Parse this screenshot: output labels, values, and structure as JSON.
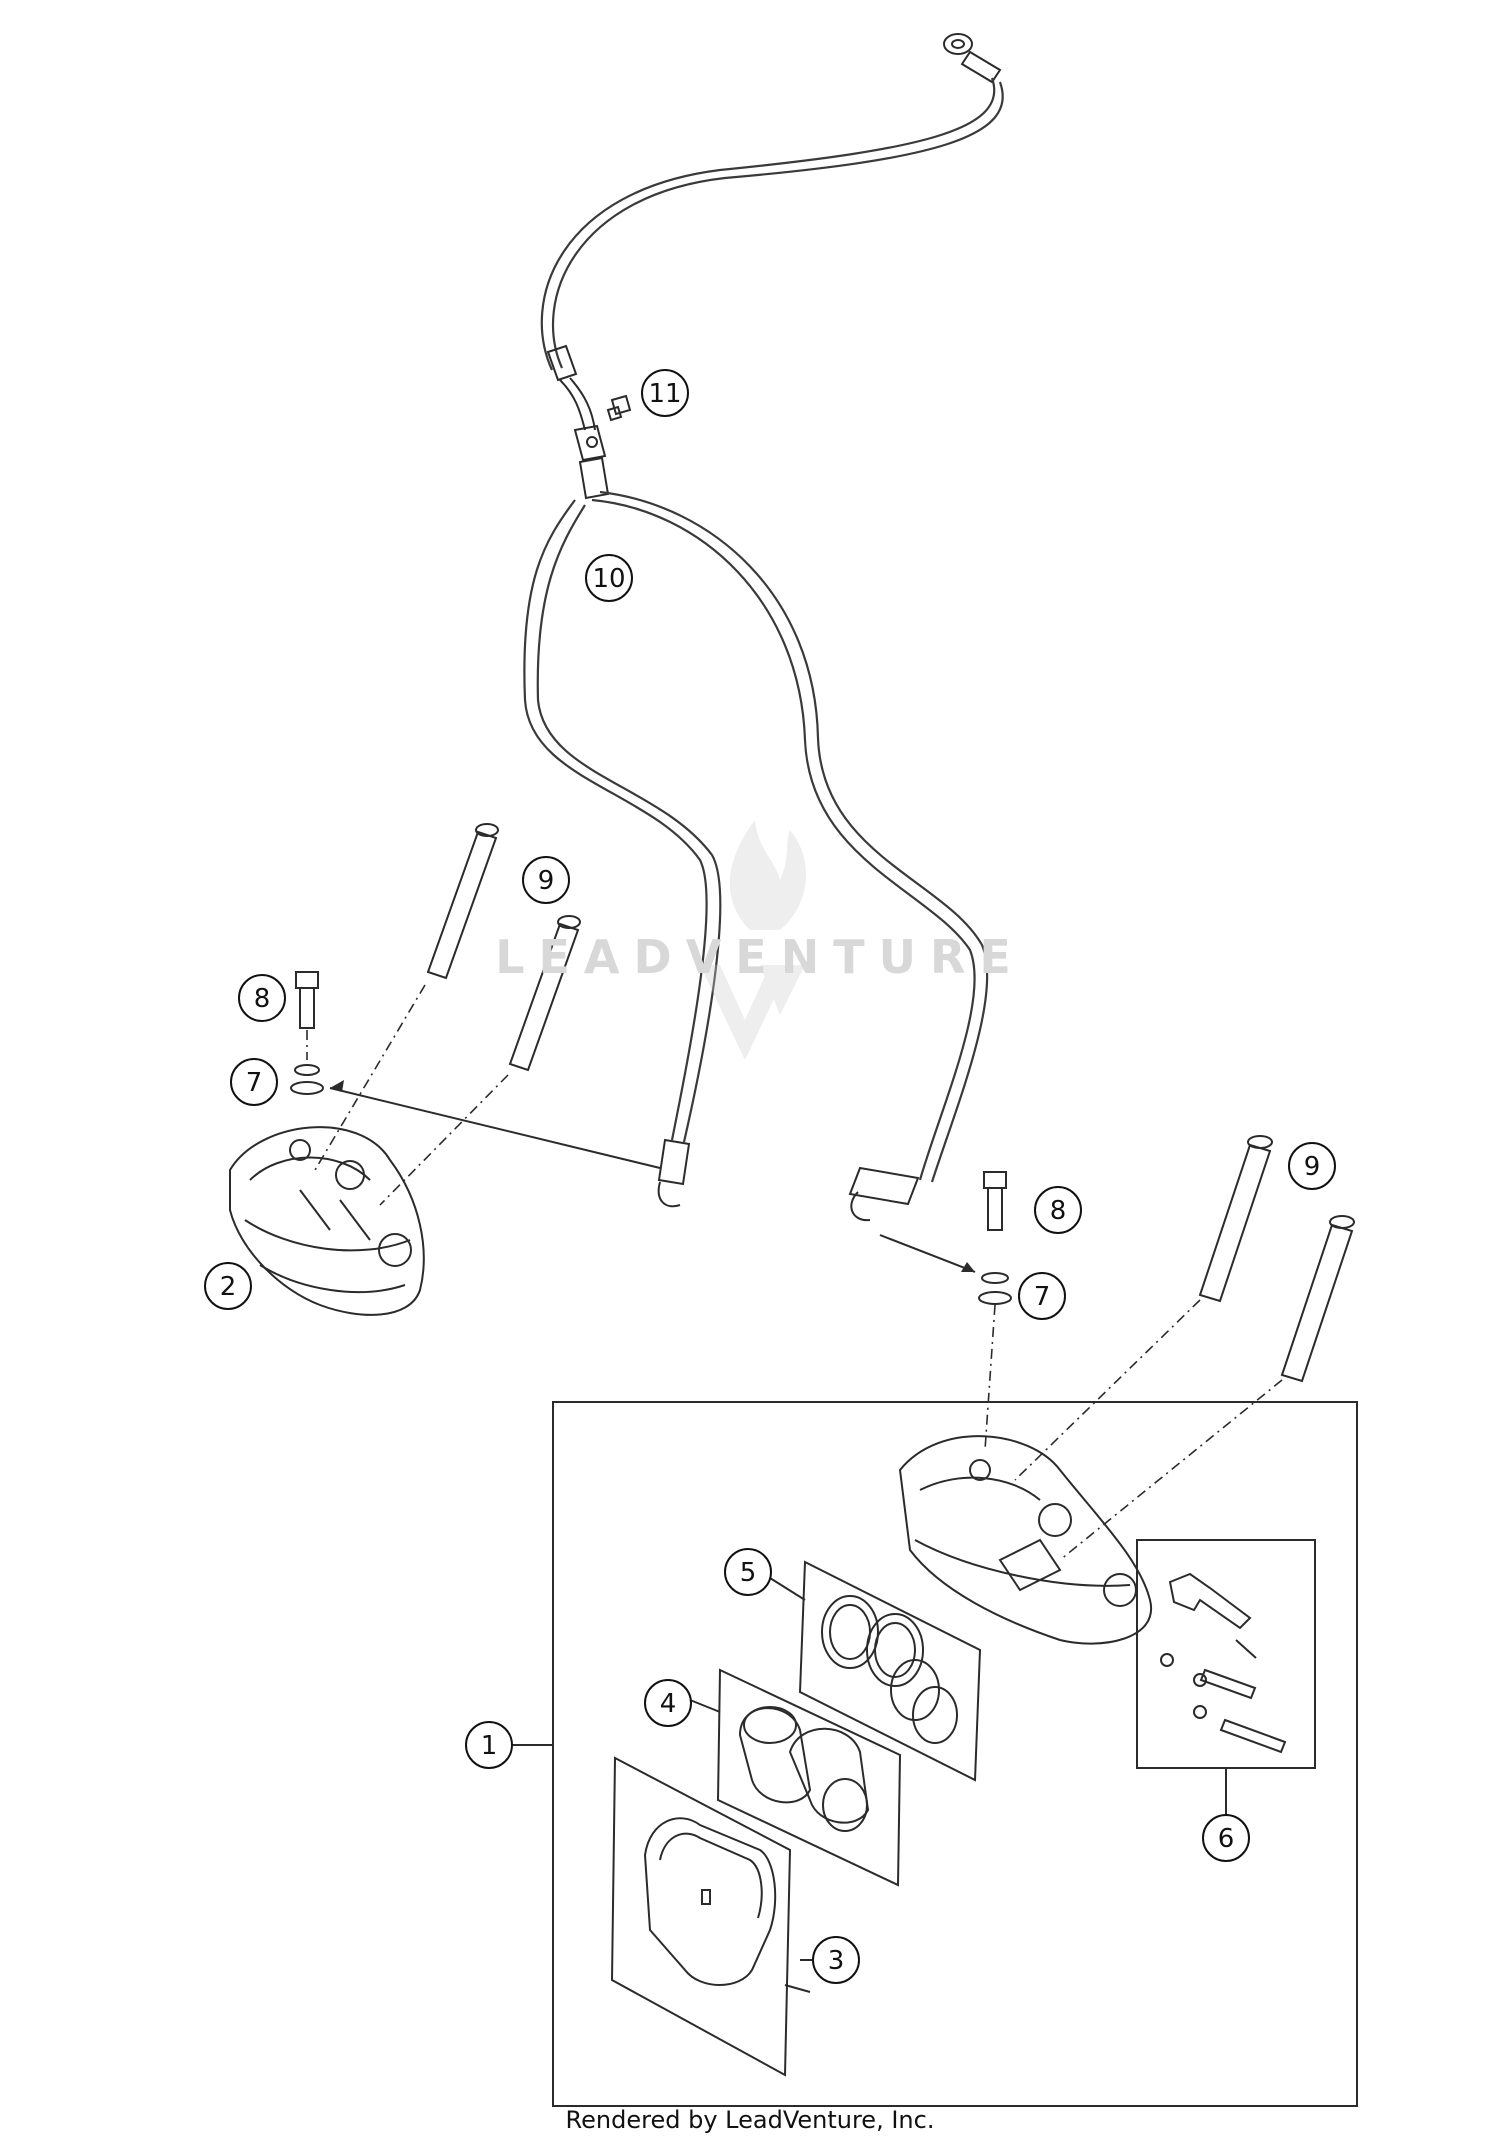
{
  "watermark": {
    "text": "LEADVENTURE"
  },
  "footer": {
    "text": "Rendered by LeadVenture, Inc."
  },
  "callouts": [
    {
      "id": "c11",
      "label": "11"
    },
    {
      "id": "c10",
      "label": "10"
    },
    {
      "id": "c9a",
      "label": "9"
    },
    {
      "id": "c8a",
      "label": "8"
    },
    {
      "id": "c7a",
      "label": "7"
    },
    {
      "id": "c2",
      "label": "2"
    },
    {
      "id": "c9b",
      "label": "9"
    },
    {
      "id": "c8b",
      "label": "8"
    },
    {
      "id": "c7b",
      "label": "7"
    },
    {
      "id": "c5",
      "label": "5"
    },
    {
      "id": "c4",
      "label": "4"
    },
    {
      "id": "c1",
      "label": "1"
    },
    {
      "id": "c6",
      "label": "6"
    },
    {
      "id": "c3",
      "label": "3"
    }
  ]
}
